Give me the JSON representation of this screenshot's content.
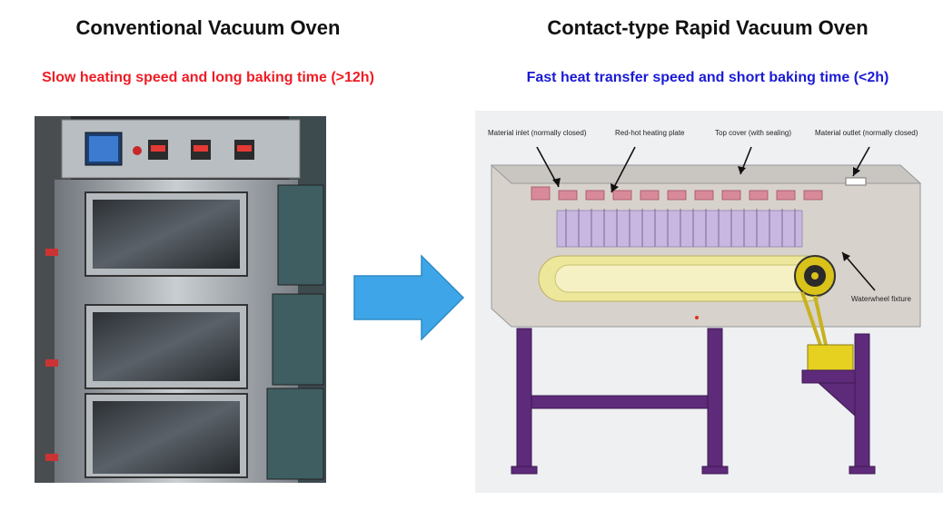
{
  "left": {
    "title": "Conventional Vacuum Oven",
    "subtitle": "Slow heating speed and long baking time (>12h)"
  },
  "right": {
    "title": "Contact-type Rapid Vacuum Oven",
    "subtitle": "Fast heat transfer speed and short baking time (<2h)",
    "callouts": {
      "material_inlet": "Material inlet (normally closed)",
      "heating_plate": "Red-hot heating plate",
      "top_cover": "Top cover (with sealing)",
      "material_outlet": "Material outlet (normally closed)",
      "waterwheel": "Waterwheel fixture"
    }
  },
  "colors": {
    "left_subtitle": "#ee1c25",
    "right_subtitle": "#1a1ad6",
    "arrow": "#3ea6e8",
    "frame": "#5e2a7a",
    "plates": "#d98a9a",
    "conveyor": "#ece79a"
  }
}
